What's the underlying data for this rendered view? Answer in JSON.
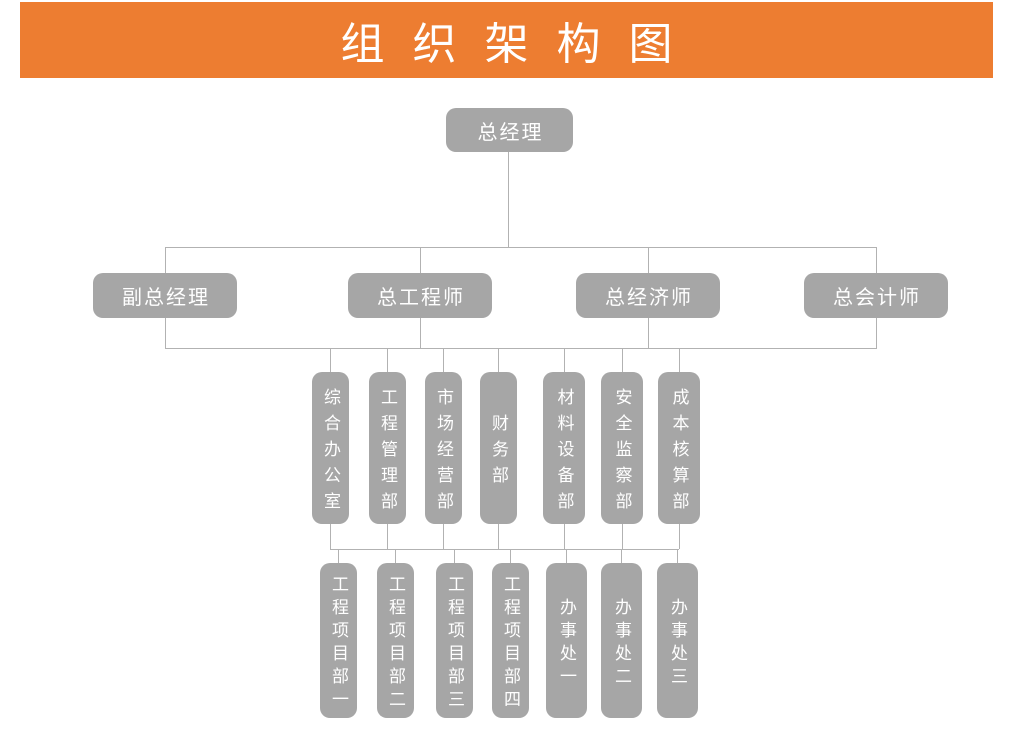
{
  "banner": {
    "title": "组织架构图",
    "bg_color": "#ED7D31",
    "text_color": "#FFFFFF"
  },
  "colors": {
    "node_bg": "#A6A6A6",
    "node_text": "#FFFFFF",
    "connector_line": "#B2B2B2"
  },
  "org": {
    "level1": {
      "label": "总经理"
    },
    "level2": [
      {
        "label": "副总经理"
      },
      {
        "label": "总工程师"
      },
      {
        "label": "总经济师"
      },
      {
        "label": "总会计师"
      }
    ],
    "level3": [
      {
        "label": "综合办公室"
      },
      {
        "label": "工程管理部"
      },
      {
        "label": "市场经营部"
      },
      {
        "label": "财务部"
      },
      {
        "label": "材料设备部"
      },
      {
        "label": "安全监察部"
      },
      {
        "label": "成本核算部"
      }
    ],
    "level4": [
      {
        "label": "工程项目部一"
      },
      {
        "label": "工程项目部二"
      },
      {
        "label": "工程项目部三"
      },
      {
        "label": "工程项目部四"
      },
      {
        "label": "办事处一"
      },
      {
        "label": "办事处二"
      },
      {
        "label": "办事处三"
      }
    ]
  }
}
